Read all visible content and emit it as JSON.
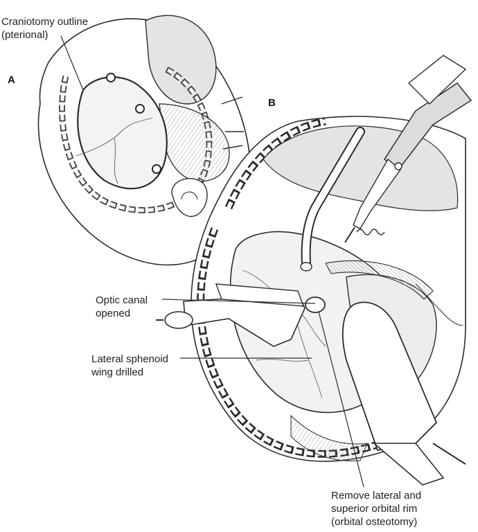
{
  "panels": {
    "a": "A",
    "b": "B"
  },
  "labels": {
    "craniotomy": {
      "line1": "Craniotomy outline",
      "line2": "(pterional)"
    },
    "optic": {
      "line1": "Optic canal",
      "line2": "opened"
    },
    "sphenoid": {
      "line1": "Lateral sphenoid",
      "line2": "wing drilled"
    },
    "orbital": {
      "line1": "Remove lateral and",
      "line2": "superior orbital rim",
      "line3": "(orbital osteotomy)"
    }
  },
  "colors": {
    "ink": "#2a2a2a",
    "shade": "#c9c9c9",
    "tissue": "#e4e4e4",
    "background": "#ffffff"
  }
}
